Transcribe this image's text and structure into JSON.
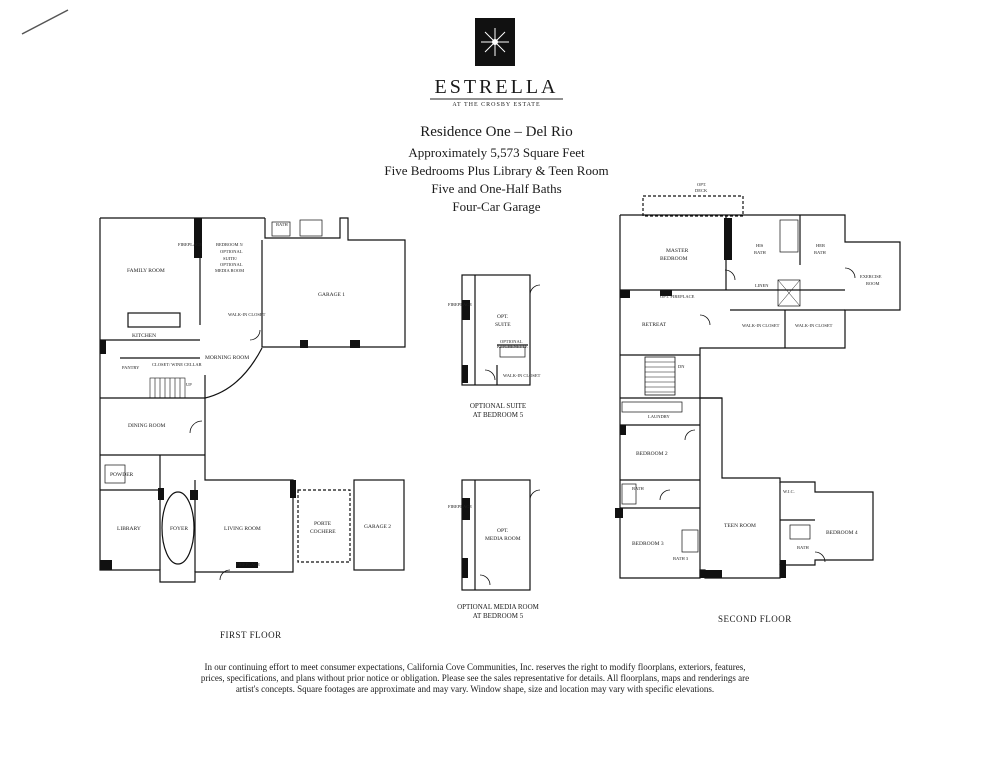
{
  "brand": {
    "name": "ESTRELLA",
    "tagline": "AT THE CROSBY ESTATE"
  },
  "header": {
    "title": "Residence One – Del Rio",
    "line1": "Approximately 5,573 Square Feet",
    "line2": "Five Bedrooms Plus Library & Teen Room",
    "line3": "Five and One-Half Baths",
    "line4": "Four-Car Garage"
  },
  "first_floor": {
    "label": "FIRST FLOOR",
    "rooms": {
      "family_room": "FAMILY ROOM",
      "fireplace": "FIREPLACE",
      "bedroom5_l1": "BEDROOM 5/",
      "bedroom5_l2": "OPTIONAL",
      "bedroom5_l3": "SUITE/",
      "bedroom5_l4": "OPTIONAL",
      "bedroom5_l5": "MEDIA ROOM",
      "bath": "BATH",
      "walkin_closet": "WALK-IN CLOSET",
      "garage1": "GARAGE 1",
      "kitchen": "KITCHEN",
      "pantry": "PANTRY",
      "closet_wine": "CLOSET/ WINE CELLAR",
      "morning_room": "MORNING ROOM",
      "dining_room": "DINING ROOM",
      "powder": "POWDER",
      "library": "LIBRARY",
      "foyer": "FOYER",
      "living_room": "LIVING ROOM",
      "fireplace2": "FIREPLACE",
      "porte_cochere_l1": "PORTE",
      "porte_cochere_l2": "COCHERE",
      "garage2": "GARAGE 2",
      "up": "UP"
    }
  },
  "optional_suite": {
    "room_l1": "OPT.",
    "room_l2": "SUITE",
    "kitchenette_l1": "OPTIONAL",
    "kitchenette_l2": "KITCHENETTE",
    "fireplace": "FIREPLACE",
    "closet": "WALK-IN CLOSET",
    "caption_l1": "OPTIONAL SUITE",
    "caption_l2": "AT BEDROOM 5"
  },
  "optional_media": {
    "room_l1": "OPT.",
    "room_l2": "MEDIA ROOM",
    "fireplace": "FIREPLACE",
    "caption_l1": "OPTIONAL MEDIA ROOM",
    "caption_l2": "AT BEDROOM 5"
  },
  "second_floor": {
    "label": "SECOND FLOOR",
    "rooms": {
      "opt_deck_l1": "OPT.",
      "opt_deck_l2": "DECK",
      "master_l1": "MASTER",
      "master_l2": "BEDROOM",
      "his_bath_l1": "HIS",
      "his_bath_l2": "BATH",
      "her_bath_l1": "HER",
      "her_bath_l2": "BATH",
      "exercise_l1": "EXERCISE",
      "exercise_l2": "ROOM",
      "retreat": "RETREAT",
      "opt_fireplace": "OPT. FIREPLACE",
      "walkin1": "WALK-IN CLOSET",
      "walkin2": "WALK-IN CLOSET",
      "linen": "LINEN",
      "dn": "DN",
      "laundry": "LAUNDRY",
      "bedroom2": "BEDROOM 2",
      "bath": "BATH",
      "bedroom3": "BEDROOM 3",
      "bath3": "BATH 3",
      "teen_room": "TEEN ROOM",
      "bedroom4": "BEDROOM 4",
      "bath4": "BATH",
      "wic": "W.I.C."
    }
  },
  "disclaimer": {
    "line1": "In our continuing effort to meet consumer expectations, California Cove Communities, Inc. reserves the right to modify floorplans, exteriors, features,",
    "line2": "prices, specifications, and plans without prior notice or obligation.  Please see the sales representative for details. All floorplans, maps and renderings are",
    "line3": "artist's concepts.  Square footages are approximate and may vary.  Window shape, size and location may vary with specific elevations."
  }
}
